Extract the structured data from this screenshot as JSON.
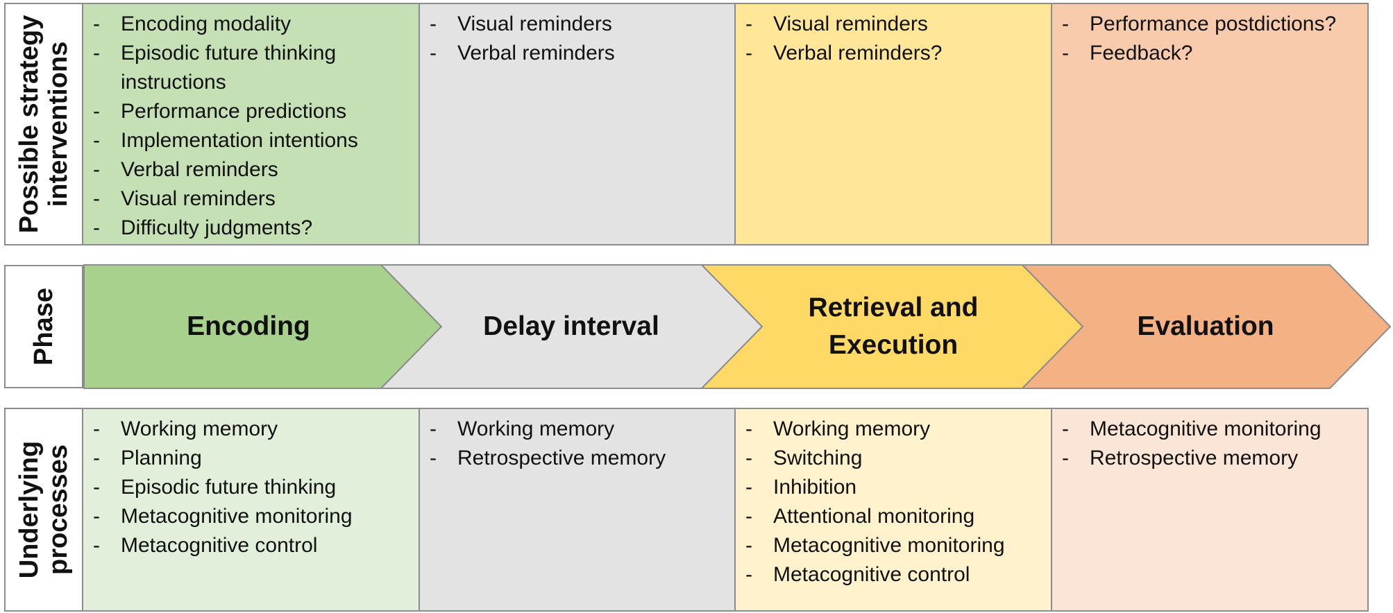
{
  "rows": {
    "interventions": "Possible strategy interventions",
    "phase": "Phase",
    "processes": "Underlying processes"
  },
  "phases": [
    {
      "title": "Encoding",
      "color": "#a9d18e",
      "light_top": "#c5e0b4",
      "light_bottom": "#e2efda"
    },
    {
      "title": "Delay interval",
      "color": "#e3e3e3",
      "light_top": "#e3e3e3",
      "light_bottom": "#e3e3e3"
    },
    {
      "title": "Retrieval and\nExecution",
      "color": "#ffd966",
      "light_top": "#ffe699",
      "light_bottom": "#fff2cc"
    },
    {
      "title": "Evaluation",
      "color": "#f4b183",
      "light_top": "#f8cbad",
      "light_bottom": "#fbe5d6"
    }
  ],
  "interventions": [
    [
      "Encoding modality",
      "Episodic future thinking instructions",
      "Performance predictions",
      "Implementation intentions",
      "Verbal reminders",
      "Visual reminders",
      "Difficulty judgments?"
    ],
    [
      "Visual reminders",
      "Verbal reminders"
    ],
    [
      "Visual reminders",
      "Verbal reminders?"
    ],
    [
      "Performance postdictions?",
      "Feedback?"
    ]
  ],
  "processes": [
    [
      "Working memory",
      "Planning",
      "Episodic future thinking",
      "Metacognitive monitoring",
      "Metacognitive control"
    ],
    [
      "Working memory",
      "Retrospective memory"
    ],
    [
      "Working memory",
      "Switching",
      "Inhibition",
      "Attentional monitoring",
      "Metacognitive monitoring",
      "Metacognitive control"
    ],
    [
      "Metacognitive monitoring",
      "Retrospective memory"
    ]
  ]
}
